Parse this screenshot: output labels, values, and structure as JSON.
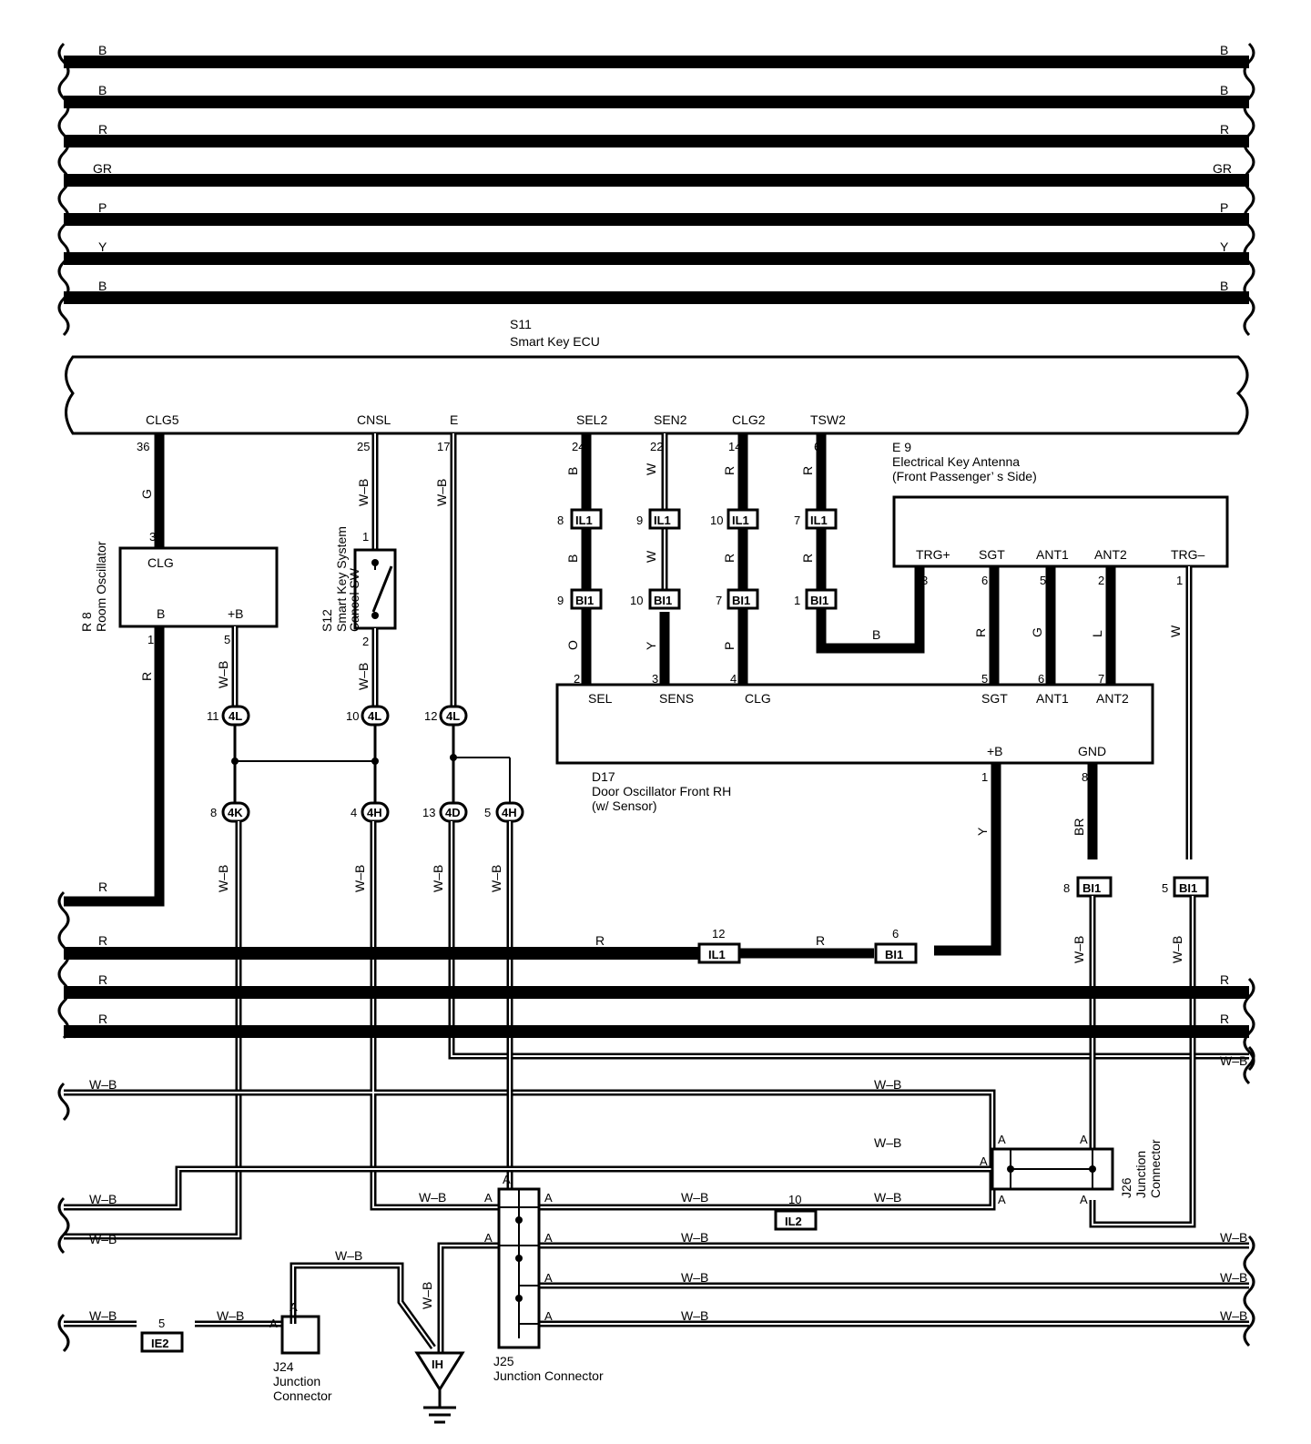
{
  "top_bus": {
    "wires": [
      {
        "color_code": "B"
      },
      {
        "color_code": "B"
      },
      {
        "color_code": "R"
      },
      {
        "color_code": "GR"
      },
      {
        "color_code": "P"
      },
      {
        "color_code": "Y"
      },
      {
        "color_code": "B"
      }
    ]
  },
  "ecu": {
    "code": "S11",
    "name": "Smart Key ECU",
    "terminals": [
      {
        "name": "CLG5",
        "pin": "36",
        "wire": "G"
      },
      {
        "name": "CNSL",
        "pin": "25",
        "wire": "W–B"
      },
      {
        "name": "E",
        "pin": "17",
        "wire": "W–B"
      },
      {
        "name": "SEL2",
        "pin": "24",
        "wire": "B"
      },
      {
        "name": "SEN2",
        "pin": "22",
        "wire": "W"
      },
      {
        "name": "CLG2",
        "pin": "14",
        "wire": "R"
      },
      {
        "name": "TSW2",
        "pin": "6",
        "wire": "R"
      }
    ]
  },
  "room_osc": {
    "code": "R 8",
    "name": "Room Oscillator",
    "terminal_top": "CLG",
    "terminal_b": "B",
    "terminal_plus": "+B",
    "pin_top": "3",
    "pin_b": "1",
    "pin_plus": "5",
    "wire_b": "R",
    "wire_plus": "W–B"
  },
  "cancel_sw": {
    "code": "S12",
    "name_line1": "Smart Key System",
    "name_line2": "Cancel SW",
    "pin_top": "1",
    "pin_bottom": "2",
    "wire_bottom": "W–B"
  },
  "antenna": {
    "code": "E 9",
    "name": "Electrical Key Antenna",
    "side": "(Front Passenger’ s Side)",
    "terminals": [
      {
        "name": "TRG+",
        "pin": "3",
        "wire": "B"
      },
      {
        "name": "SGT",
        "pin": "6",
        "wire": "R"
      },
      {
        "name": "ANT1",
        "pin": "5",
        "wire": "G"
      },
      {
        "name": "ANT2",
        "pin": "2",
        "wire": "L"
      },
      {
        "name": "TRG–",
        "pin": "1",
        "wire": "W"
      }
    ]
  },
  "door_osc": {
    "code": "D17",
    "name": "Door Oscillator Front RH",
    "variant": "(w/ Sensor)",
    "terminals": [
      {
        "name": "SEL",
        "pin": "2",
        "wire": "O"
      },
      {
        "name": "SENS",
        "pin": "3",
        "wire": "Y"
      },
      {
        "name": "CLG",
        "pin": "4",
        "wire": "P"
      },
      {
        "name": "SGT",
        "pin": "5"
      },
      {
        "name": "ANT1",
        "pin": "6"
      },
      {
        "name": "ANT2",
        "pin": "7"
      },
      {
        "name": "+B",
        "pin": "1",
        "wire": "Y"
      },
      {
        "name": "GND",
        "pin": "8",
        "wire": "BR"
      }
    ]
  },
  "connectors": {
    "IL1": "IL1",
    "BI1": "BI1",
    "IL2": "IL2",
    "IE2": "IE2",
    "4L": "4L",
    "4K": "4K",
    "4H": "4H",
    "4D": "4D",
    "IH": "IH"
  },
  "connector_pins": {
    "il1_sel": "8",
    "il1_sen": "9",
    "il1_clg": "10",
    "il1_tsw": "7",
    "bi1_sel": "9",
    "bi1_sen": "10",
    "bi1_clg": "7",
    "bi1_tsw": "1",
    "l4_a": "11",
    "l4_b": "10",
    "l4_c": "12",
    "k4": "8",
    "h4_a": "4",
    "d4": "13",
    "h4_b": "5",
    "bi1_gnd": "8",
    "bi1_trg": "5",
    "il1_r": "12",
    "bi1_r": "6",
    "il2": "10",
    "ie2": "5"
  },
  "junctions": {
    "j24_code": "J24",
    "j24_name1": "Junction",
    "j24_name2": "Connector",
    "j25_code": "J25",
    "j25_name": "Junction Connector",
    "j26_code": "J26",
    "j26_name1": "Junction",
    "j26_name2": "Connector",
    "pin_a": "A"
  },
  "wire_labels": {
    "R": "R",
    "WB": "W–B",
    "B": "B",
    "R_bus": "R",
    "Y": "Y",
    "BR": "BR",
    "W": "W"
  }
}
